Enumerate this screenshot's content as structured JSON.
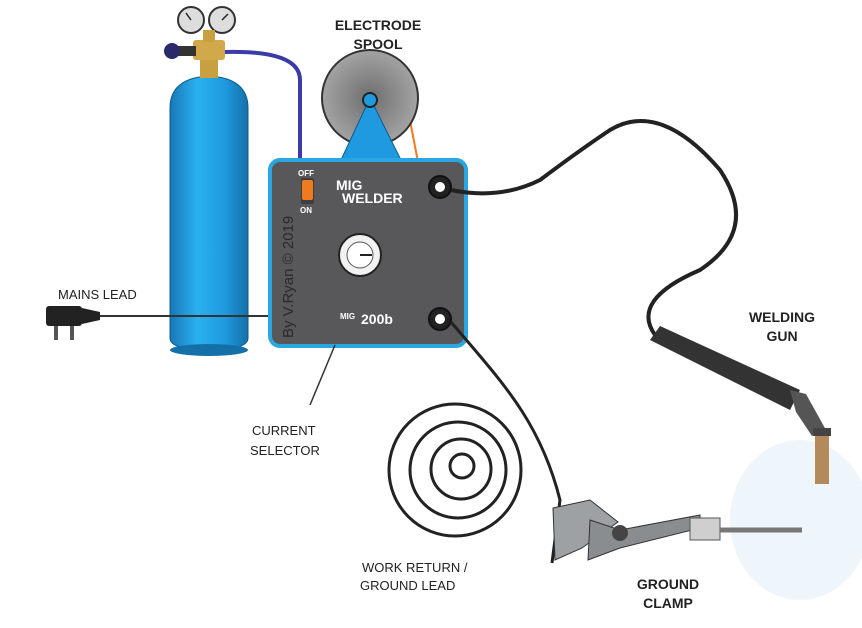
{
  "labels": {
    "electrode_spool_line1": "ELECTRODE",
    "electrode_spool_line2": "SPOOL",
    "mains_lead": "MAINS LEAD",
    "current_selector_line1": "CURRENT",
    "current_selector_line2": "SELECTOR",
    "welding_gun_line1": "WELDING",
    "welding_gun_line2": "GUN",
    "work_return_line1": "WORK RETURN /",
    "work_return_line2": "GROUND LEAD",
    "ground_clamp_line1": "GROUND",
    "ground_clamp_line2": "CLAMP"
  },
  "welder": {
    "title_line1": "MIG",
    "title_line2": "WELDER",
    "model_prefix": "MIG",
    "model_number": "200b",
    "switch_off": "OFF",
    "switch_on": "ON",
    "credit": "By V.Ryan © 2019"
  },
  "colors": {
    "welder_body": "#58585a",
    "welder_border": "#2aa6e0",
    "cylinder": "#1f9ae0",
    "spool": "#8a8a8a",
    "spool_stand": "#1f9ae0",
    "switch": "#f07a1e",
    "gas_hose": "#3b3ba8",
    "gun_tip": "#b58a5a"
  }
}
